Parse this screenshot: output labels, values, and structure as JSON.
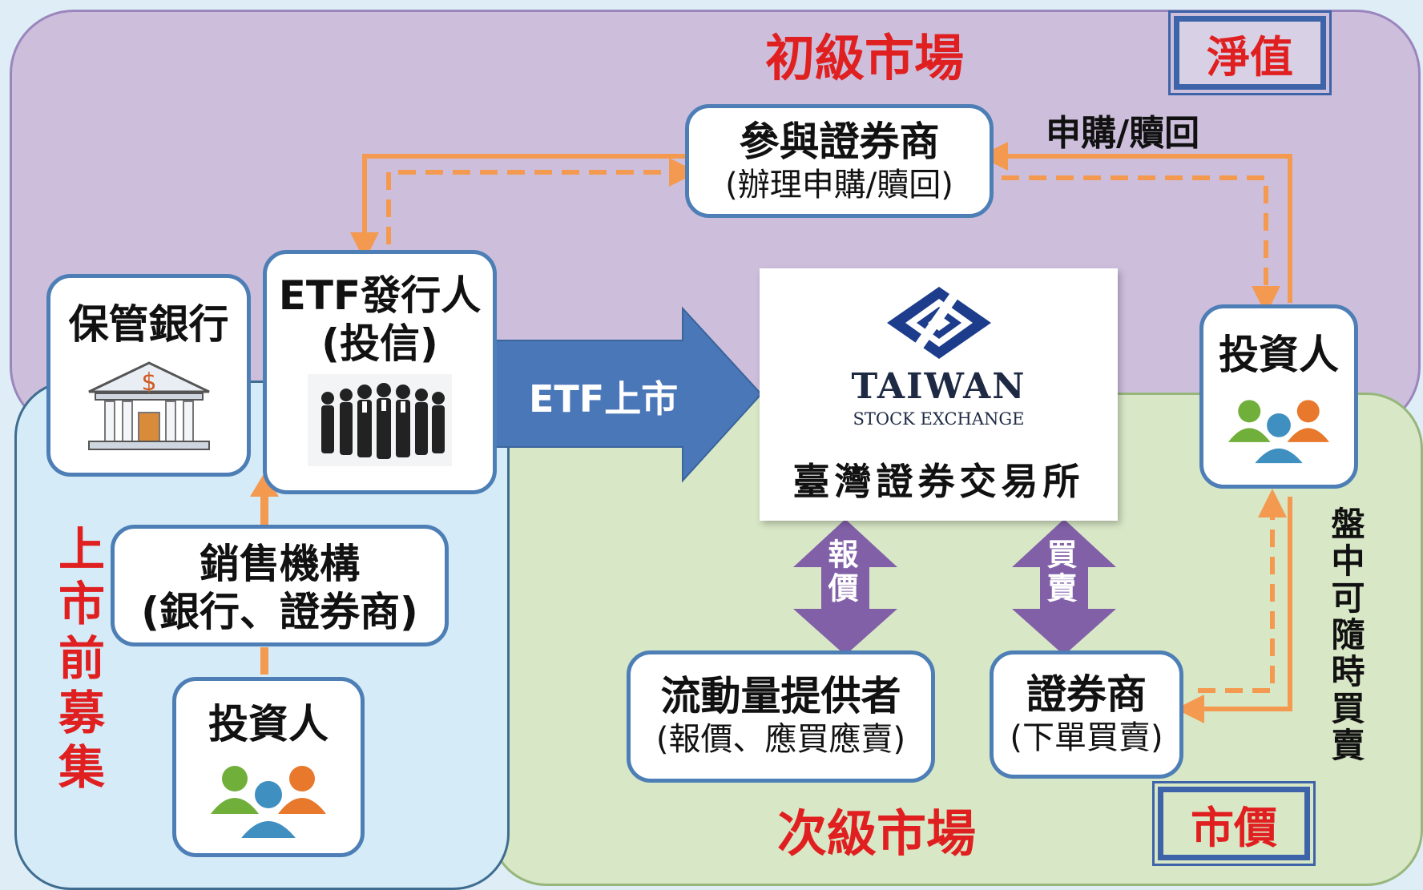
{
  "regions": {
    "primary_market": "初級市場",
    "secondary_market": "次級市場",
    "pre_listing": "上市前募集"
  },
  "tags": {
    "nav": "淨值",
    "market_price": "市價"
  },
  "nodes": {
    "participating_dealer": {
      "title": "參與證券商",
      "sub": "(辦理申購/贖回)"
    },
    "custodian_bank": {
      "title": "保管銀行"
    },
    "etf_issuer": {
      "title": "ETF發行人",
      "sub": "(投信)"
    },
    "distributor": {
      "title": "銷售機構",
      "sub": "(銀行、證券商)"
    },
    "investor_prelisting": {
      "title": "投資人"
    },
    "investor_right": {
      "title": "投資人"
    },
    "liquidity_provider": {
      "title": "流動量提供者",
      "sub": "(報價、應買應賣)"
    },
    "broker": {
      "title": "證券商",
      "sub": "(下單買賣)"
    }
  },
  "exchange": {
    "name_en_1": "TAIWAN",
    "name_en_2": "STOCK EXCHANGE",
    "name_zh": "臺灣證券交易所"
  },
  "labels": {
    "listing_arrow": "ETF上市",
    "subscription_redemption": "申購/贖回",
    "intraday_trading": "盤中可隨時買賣",
    "quote": "報價",
    "trade": "買賣"
  },
  "icons": [
    "bank-icon",
    "businesspeople-photo",
    "people-group-icon",
    "twse-logo"
  ],
  "colors": {
    "primary_market_bg": "#cdbfdc",
    "secondary_market_bg": "#d8e7c6",
    "pre_listing_bg": "#d5ebf7",
    "box_border": "#4d7fb6",
    "arrow_orange": "#f39a50",
    "arrow_blue": "#4a77b7",
    "arrow_purple": "#8160a8",
    "title_red": "#e02020"
  }
}
